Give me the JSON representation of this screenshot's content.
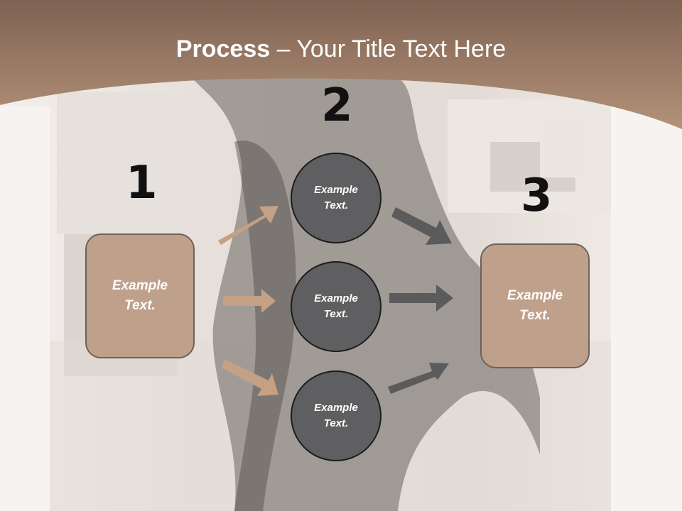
{
  "title": {
    "bold": "Process",
    "rest": " – Your Title Text Here"
  },
  "steps": [
    {
      "number": "1",
      "text": "Example Text."
    },
    {
      "number": "2",
      "text": "Example Text."
    },
    {
      "number": "3",
      "text": "Example Text."
    }
  ],
  "circles": [
    {
      "text": "Example Text."
    },
    {
      "text": "Example Text."
    },
    {
      "text": "Example Text."
    }
  ],
  "colors": {
    "header": "#a9876f",
    "box": "#bfa08a",
    "circle": "#5f5f61",
    "arrow_tan": "#c4a084",
    "arrow_dark": "#5b5b5b"
  }
}
